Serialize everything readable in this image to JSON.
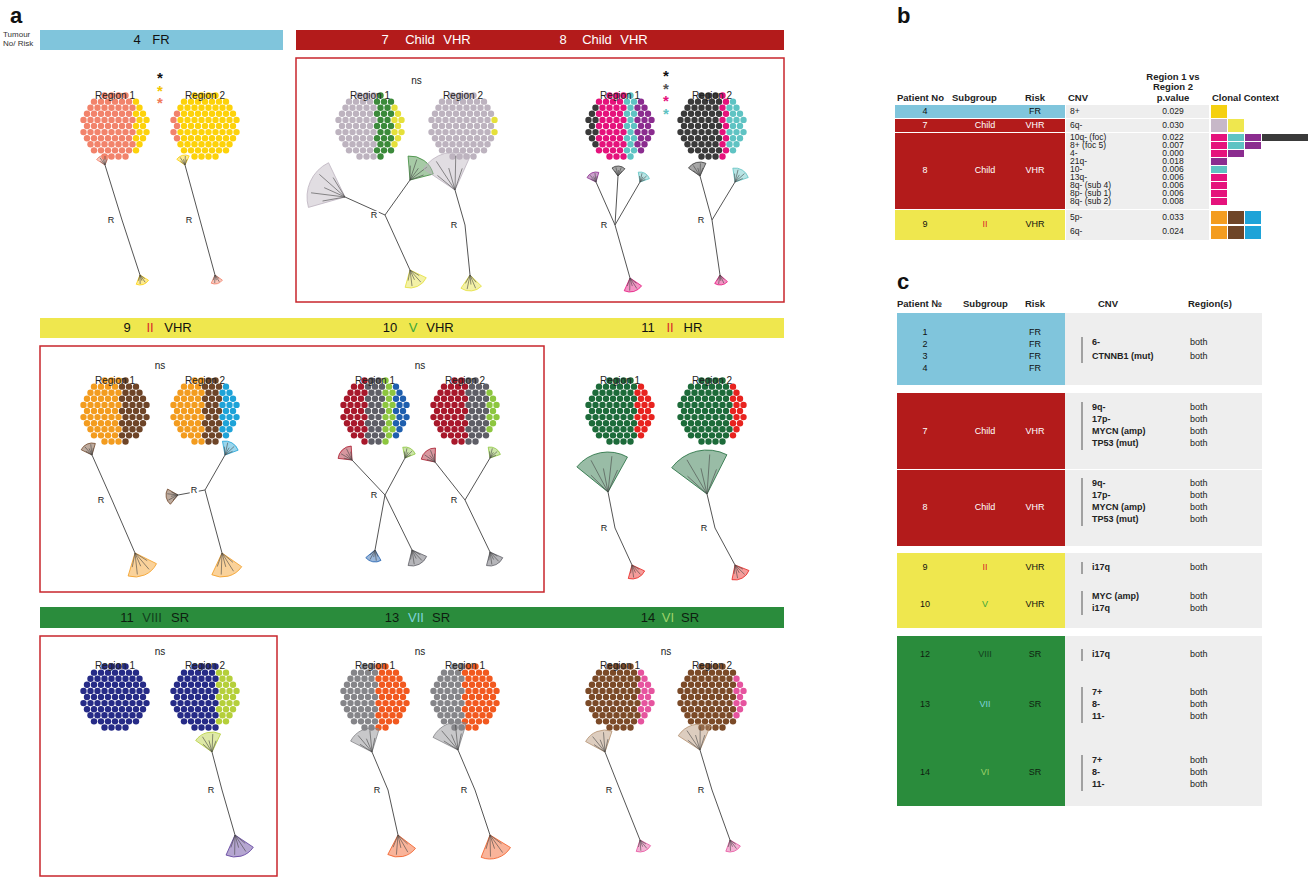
{
  "diagram": {
    "nodes": [
      {
        "text": [
          "4",
          "FR"
        ]
      },
      {
        "text": [
          "7",
          "Child",
          "VHR",
          "8",
          "Child",
          "VHR"
        ]
      },
      {
        "text": [
          "9",
          "II",
          "VHR",
          "10",
          "V",
          "VHR",
          "11",
          "II",
          "HR"
        ]
      },
      {
        "text": [
          "11",
          "VIII",
          "SR",
          "13",
          "VII",
          "SR",
          "14",
          "VI",
          "SR"
        ]
      },
      {
        "text": [
          "4",
          "FR"
        ]
      },
      {
        "text": [
          "7",
          "Child",
          "VHR"
        ]
      },
      {
        "text": [
          "8",
          "Child",
          "VHR"
        ]
      },
      {
        "text": [
          "9",
          "II",
          "VHR"
        ]
      },
      {
        "text": [
          "1",
          "2",
          "3",
          "4",
          "FR",
          "FR",
          "FR",
          "FR"
        ]
      },
      {
        "text": [
          "7",
          "Child",
          "VHR"
        ]
      },
      {
        "text": [
          "8",
          "Child",
          "VHR"
        ]
      },
      {
        "text": [
          "9",
          "II",
          "VHR",
          "10",
          "V",
          "VHR"
        ]
      },
      {
        "text": [
          "12",
          "VIII",
          "SR",
          "13",
          "VII",
          "SR",
          "14",
          "VI",
          "SR"
        ]
      }
    ],
    "labels": [
      "a",
      "Tumour No/ Risk",
      "Region 1",
      "Region 2",
      "*",
      "*",
      "*",
      "R",
      "R",
      "ns",
      "Region 1",
      "Region 2",
      "R",
      "R",
      "Region 1",
      "Region 2",
      "*",
      "*",
      "*",
      "*",
      "R",
      "R",
      "ns",
      "Region 1",
      "Region 2",
      "R",
      "R",
      "ns",
      "Region 1",
      "Region 2",
      "R",
      "R",
      "Region 1",
      "Region 2",
      "R",
      "R",
      "ns",
      "Region 1",
      "Region 2",
      "R",
      "ns",
      "Region 1",
      "Region 1",
      "R",
      "R",
      "ns",
      "Region 1",
      "Region 2",
      "R",
      "R",
      "b",
      "Patient No",
      "Subgroup",
      "Risk",
      "CNV",
      "Region 1 vs Region 2 p.value",
      "Clonal Context",
      "8+",
      "0.029",
      "6q-",
      "0.030",
      "10q- (foc)",
      "0.022",
      "8+ (foc 5)",
      "0.007",
      "4-",
      "0.000",
      "21q-",
      "0.018",
      "10-",
      "0.006",
      "13q-",
      "0.006",
      "8q- (sub 4)",
      "0.006",
      "8p- (sub 1)",
      "0.006",
      "8q- (sub 2)",
      "0.008",
      "5p-",
      "0.033",
      "6q-",
      "0.024",
      "c",
      "Patient №",
      "Subgroup",
      "Risk",
      "CNV",
      "Region(s)",
      "6-",
      "CTNNB1 (mut)",
      "both",
      "both",
      "9q-",
      "17p-",
      "MYCN (amp)",
      "TP53 (mut)",
      "both",
      "both",
      "both",
      "both",
      "9q-",
      "17p-",
      "MYCN (amp)",
      "TP53 (mut)",
      "both",
      "both",
      "both",
      "both",
      "i17q",
      "both",
      "MYC (amp)",
      "i17q",
      "both",
      "both",
      "i17q",
      "both",
      "7+",
      "8-",
      "11-",
      "both",
      "both",
      "both",
      "7+",
      "8-",
      "11-",
      "both",
      "both",
      "both"
    ]
  }
}
